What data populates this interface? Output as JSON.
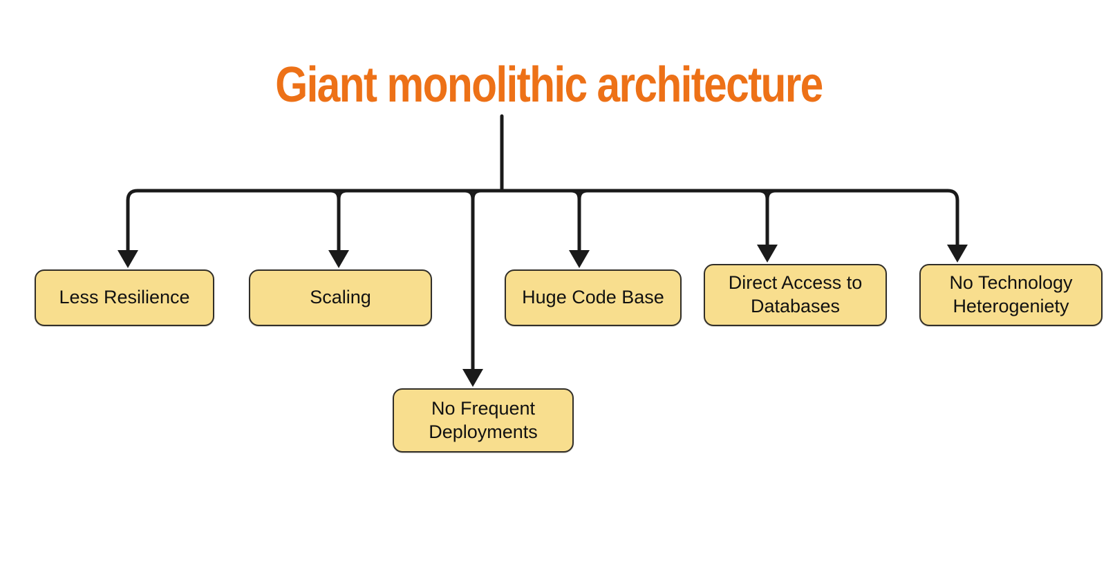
{
  "title": "Giant monolithic architecture",
  "colors": {
    "background": "#ffffff",
    "title": "#ED7117",
    "connector": "#1a1a1a",
    "node_fill": "#F8DE8E",
    "node_border": "#312E28",
    "node_text": "#111111"
  },
  "boxes": [
    {
      "label": "Less Resilience"
    },
    {
      "label": "Scaling"
    },
    {
      "label": "Huge Code Base"
    },
    {
      "label": "Direct Access to Databases"
    },
    {
      "label": "No Technology Heterogeniety"
    },
    {
      "label": "No Frequent Deployments"
    }
  ]
}
